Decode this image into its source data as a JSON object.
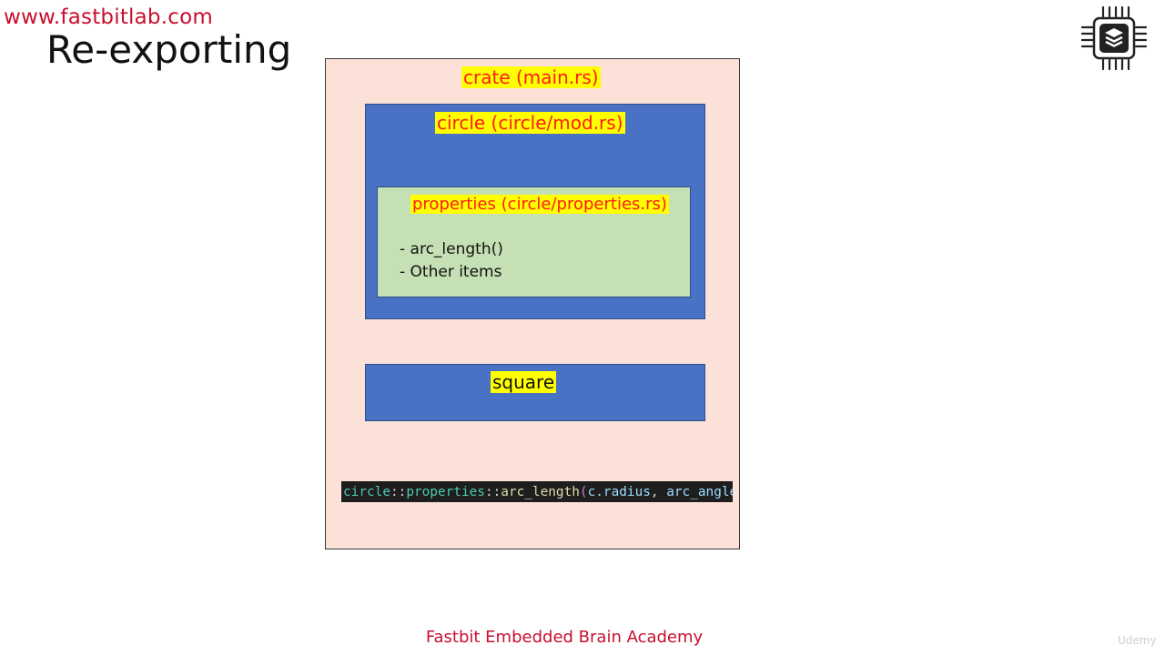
{
  "header": {
    "watermark": "www.fastbitlab.com",
    "title": "Re-exporting"
  },
  "diagram": {
    "crate_label": "crate (main.rs)",
    "circle_label": "circle (circle/mod.rs)",
    "properties_label": "properties (circle/properties.rs)",
    "properties_items": [
      "- arc_length()",
      "- Other items"
    ],
    "square_label": "square",
    "code": {
      "mod1": "circle",
      "sep1": "::",
      "mod2": "properties",
      "sep2": "::",
      "fn": "arc_length",
      "lparen": "(",
      "arg1": "c.radius",
      "comma": ", ",
      "arg2": "arc_angle",
      "rparen": ")",
      "semi": ";"
    }
  },
  "footer": {
    "text": "Fastbit Embedded Brain Academy",
    "corner": "Udemy"
  },
  "colors": {
    "crate_bg": "#fbe1d8",
    "module_blue": "#4a72c4",
    "properties_green": "#c5e0b4",
    "highlight_yellow": "#ffff00",
    "label_red": "#ff1a1a",
    "brand_red": "#c8102e"
  },
  "icons": {
    "logo": "chip-logo-icon"
  }
}
